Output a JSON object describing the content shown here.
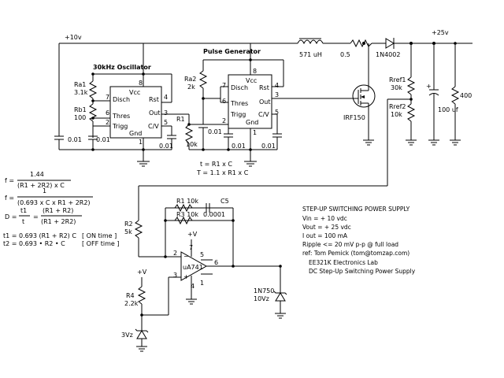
{
  "schematic": {
    "rails": {
      "plus10": "+10v",
      "plus25": "+25v",
      "plusV_amp": "+V",
      "plusV_r4": "+V"
    },
    "osc": {
      "title": "30kHz Oscillator",
      "ra1": "Ra1",
      "ra1_val": "3.1k",
      "rb1": "Rb1",
      "rb1_val": "100",
      "c1": "0.01",
      "c2": "0.01",
      "c3": "0.01",
      "pins": {
        "p8": "8",
        "p7": "7",
        "p6": "6",
        "p2": "2",
        "p1": "1",
        "p4": "4",
        "p3": "3",
        "p5": "5"
      },
      "labels": {
        "vcc": "Vcc",
        "disch": "Disch",
        "rst": "Rst",
        "thres": "Thres",
        "out": "Out",
        "trigg": "Trigg",
        "cv": "C/V",
        "gnd": "Gnd"
      }
    },
    "pulse": {
      "title": "Pulse Generator",
      "ra2": "Ra2",
      "ra2_val": "2k",
      "r1": "R1",
      "r1_val": "10k",
      "c_a": "0.01",
      "c_b": "0.01",
      "c_c": "0.01",
      "pins": {
        "p8": "8",
        "p7": "7",
        "p6": "6",
        "p2": "2",
        "p1": "1",
        "p4": "4",
        "p3": "3",
        "p5": "5"
      },
      "labels": {
        "vcc": "Vcc",
        "disch": "Disch",
        "rst": "Rst",
        "thres": "Thres",
        "out": "Out",
        "trigg": "Trigg",
        "cv": "C/V",
        "gnd": "Gnd"
      }
    },
    "inductor": "571 uH",
    "resistor_series": "0.5",
    "diode": "1N4002",
    "mosfet": "IRF150",
    "rref1": "Rref1",
    "rref1_val": "30k",
    "rref2": "Rref2",
    "rref2_val": "10k",
    "cout": "100 uf",
    "rload": "400",
    "opamp": {
      "name": "uA741",
      "p2": "2",
      "p3": "3",
      "p4": "4",
      "p5": "5",
      "p6": "6",
      "p7": "7",
      "p1": "1",
      "minus": "−",
      "plus": "+"
    },
    "r1_fb": "R1 10k",
    "r3_fb": "R3 10k",
    "c5": "C5",
    "c5_val": "0.0001",
    "r2": "R2",
    "r2_val": "5k",
    "r4": "R4",
    "r4_val": "2.2k",
    "zener_3v": "3Vz",
    "zener_10v": "1N750",
    "zener_10v_val": "10Vz"
  },
  "timing": {
    "t_eq": "t = R1 x C",
    "T_eq": "T = 1.1 x R1 x C"
  },
  "formulas": {
    "f1_lhs": "f =",
    "f1_num": "1.44",
    "f1_den": "(R1 + 2R2) x C",
    "f2_lhs": "f =",
    "f2_num": "1",
    "f2_den": "(0.693 x C x R1 + 2R2)",
    "d_lhs": "D =",
    "d_num1": "t1",
    "d_den1": "t",
    "d_eq": "=",
    "d_num2": "(R1 + R2)",
    "d_den2": "(R1 + 2R2)",
    "t1": "t1 = 0.693 (R1 + R2) C",
    "t1_note": "[ ON time ]",
    "t2": "t2 = 0.693 • R2 • C",
    "t2_note": "[ OFF time ]"
  },
  "spec": {
    "title": "STEP-UP SWITCHING POWER SUPPLY",
    "vin": "Vin = + 10 vdc",
    "vout": "Vout = + 25 vdc",
    "iout": "I out = 100 mA",
    "ripple": "Ripple <= 20 mV p-p @ full load",
    "ref": "ref: Tom Pemick (tom@tomzap.com)",
    "lab": "EE321K  Electronics Lab",
    "desc": "DC Step-Up Switching Power Supply"
  }
}
